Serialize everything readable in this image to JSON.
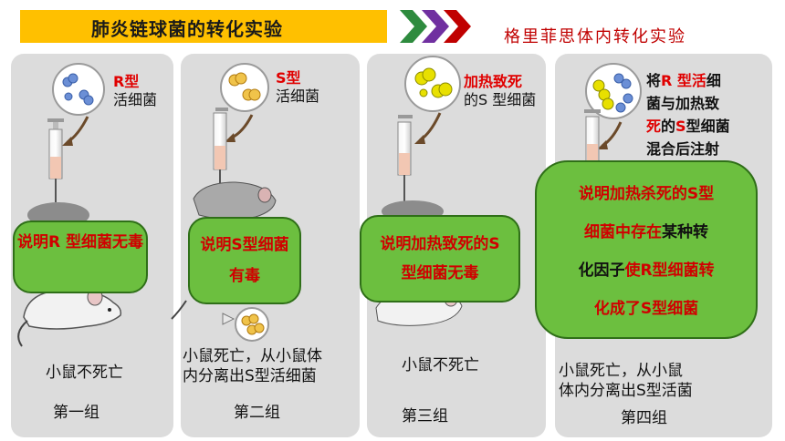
{
  "header": {
    "title": "肺炎链球菌的转化实验",
    "subtitle": "格里菲思体内转化实验"
  },
  "colors": {
    "title_bar": "#ffc000",
    "panel": "#dcdcdc",
    "green_box": "#6cbf3f",
    "emphasis_red": "#e00000",
    "chevron_green": "#2e8b3e",
    "chevron_purple": "#7030a0",
    "chevron_red": "#c00000"
  },
  "icons": [
    "chevron-arrows-icon",
    "petri-dish-icon",
    "syringe-icon",
    "curved-arrow-icon",
    "mouse-icon"
  ],
  "panels": [
    {
      "label_red": "R型",
      "label_rest": "活细菌",
      "conclusion": "说明R 型细菌无毒",
      "result": "小鼠不死亡",
      "group": "第一组"
    },
    {
      "label_red": "S型",
      "label_rest": "活细菌",
      "conclusion": "说明S型细菌有毒",
      "result_line1": "小鼠死亡，从小鼠体",
      "result_line2": "内分离出S型活细菌",
      "group": "第二组"
    },
    {
      "label_red": "加热致死",
      "label_rest": "的S 型细菌",
      "conclusion": "说明加热致死的S型细菌无毒",
      "result": "小鼠不死亡",
      "group": "第三组"
    },
    {
      "label_l1a": "将",
      "label_l1b": "R 型活",
      "label_l1c": "细",
      "label_l2": "菌与加热致",
      "label_l3a": "死",
      "label_l3b": "的",
      "label_l3c": "S",
      "label_l3d": "型细菌",
      "label_l4": "混合后注射",
      "conclusion_l1": "说明加热杀死的S型",
      "conclusion_l2a": "细菌中存在",
      "conclusion_l2b": "某种转",
      "conclusion_l3a": "化因子",
      "conclusion_l3b": "使R型细菌转",
      "conclusion_l4": "化成了S型细菌",
      "result_line1": "小鼠死亡，从小鼠",
      "result_line2": "体内分离出S型活菌",
      "group": "第四组"
    }
  ]
}
